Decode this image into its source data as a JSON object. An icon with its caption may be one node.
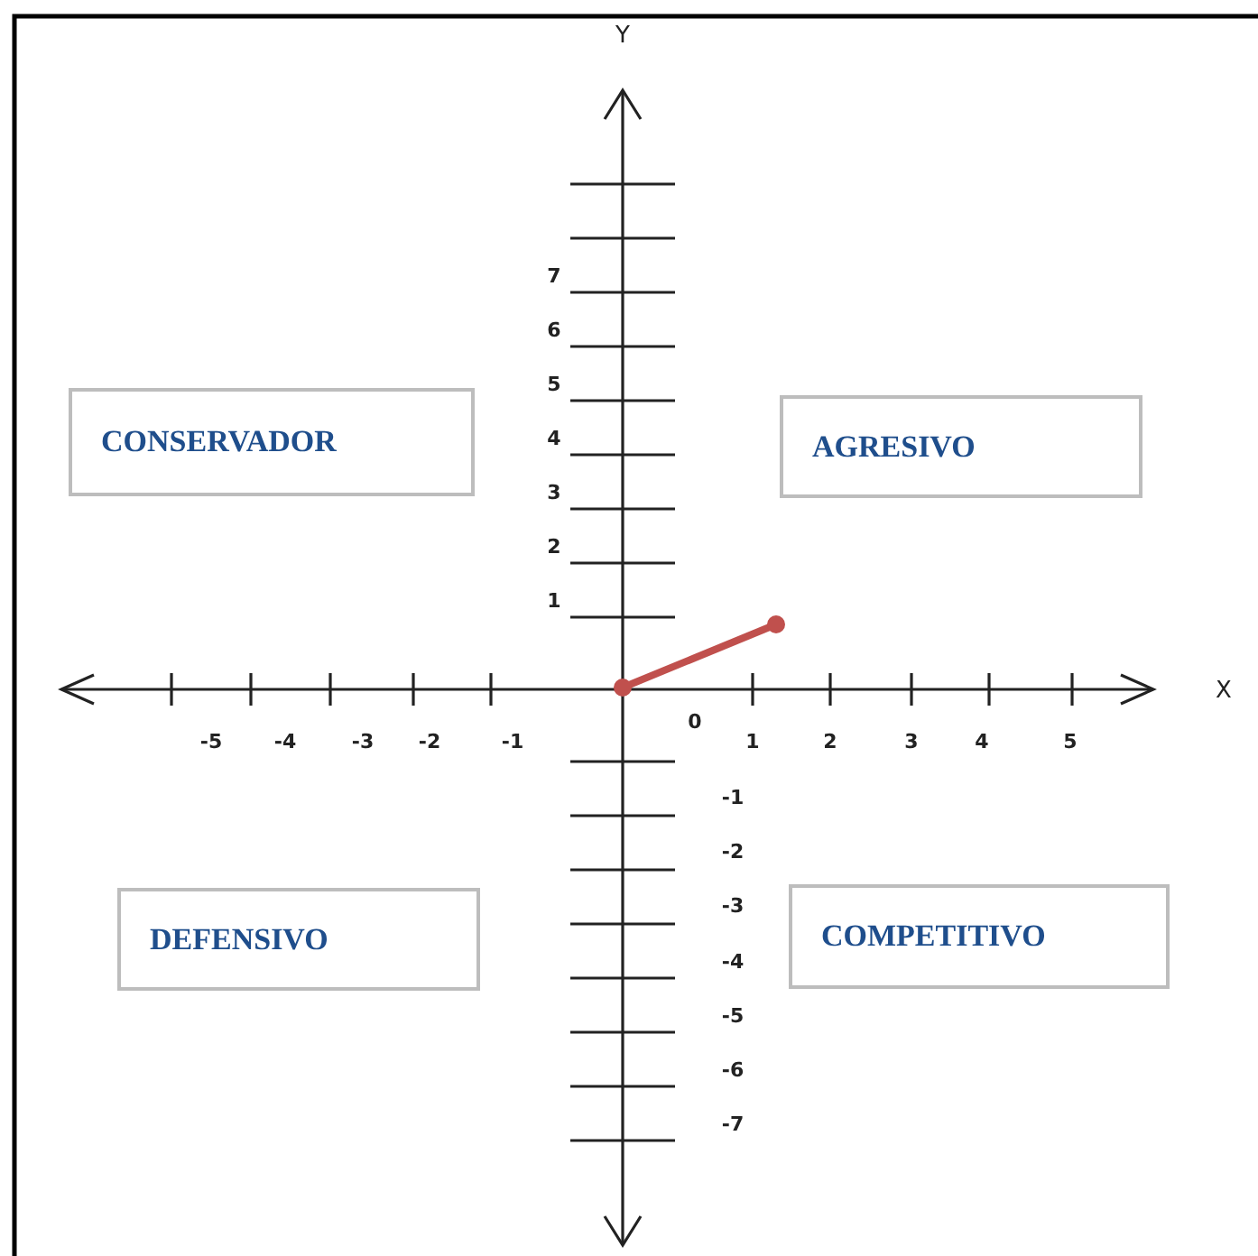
{
  "diagram": {
    "nodes": [
      {
        "text": [
          "CONSERVADOR"
        ]
      },
      {
        "text": [
          "AGRESIVO"
        ]
      },
      {
        "text": [
          "DEFENSIVO"
        ]
      },
      {
        "text": [
          "COMPETITIVO"
        ]
      }
    ],
    "labels": [
      "Y",
      "7",
      "6",
      "5",
      "4",
      "3",
      "2",
      "1",
      "X",
      "0",
      "-5",
      "-4",
      "-3",
      "-2",
      "-1",
      "1",
      "2",
      "3",
      "4",
      "5",
      "-1",
      "-2",
      "-3",
      "-4",
      "-5",
      "-6",
      "-7"
    ]
  }
}
